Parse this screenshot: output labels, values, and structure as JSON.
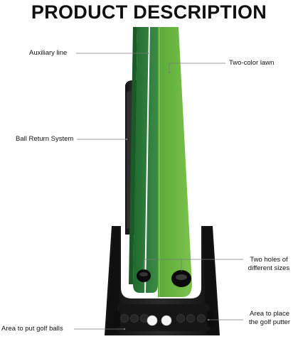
{
  "header": {
    "title": "PRODUCT DESCRIPTION"
  },
  "callouts": {
    "auxiliary_line": "Auxiliary line",
    "two_color_lawn": "Two-color lawn",
    "ball_return": "Ball Return System",
    "two_holes_line1": "Two holes of",
    "two_holes_line2": "different sizes",
    "area_balls": "Area to put golf balls",
    "area_putter_line1": "Area to place",
    "area_putter_line2": "the golf putter"
  },
  "colors": {
    "dark_green": "#2e7a3a",
    "light_green": "#66b540",
    "base_black": "#1d1d1d",
    "white_line": "#ffffff"
  }
}
